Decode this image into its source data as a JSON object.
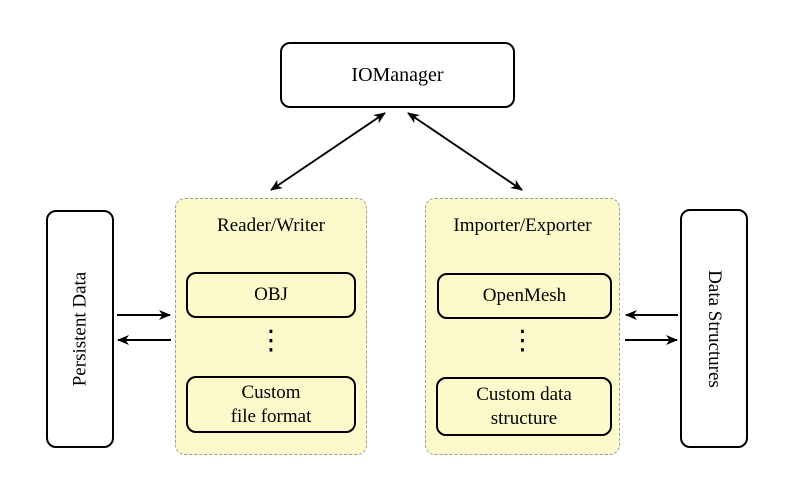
{
  "diagram": {
    "io_manager": {
      "label": "IOManager"
    },
    "persistent_data": {
      "label": "Persistent Data"
    },
    "data_structures": {
      "label": "Data Structures"
    },
    "reader_writer_group": {
      "title": "Reader/Writer",
      "ellipsis": "⋮",
      "items": [
        {
          "label": "OBJ"
        },
        {
          "label": "Custom\nfile format"
        }
      ]
    },
    "importer_exporter_group": {
      "title": "Importer/Exporter",
      "ellipsis": "⋮",
      "items": [
        {
          "label": "OpenMesh"
        },
        {
          "label": "Custom data\nstructure"
        }
      ]
    },
    "colors": {
      "group_fill": "#fcfacb",
      "group_border": "#9b9b9b",
      "node_border": "#000000",
      "node_fill": "#ffffff",
      "arrow": "#000000"
    }
  }
}
